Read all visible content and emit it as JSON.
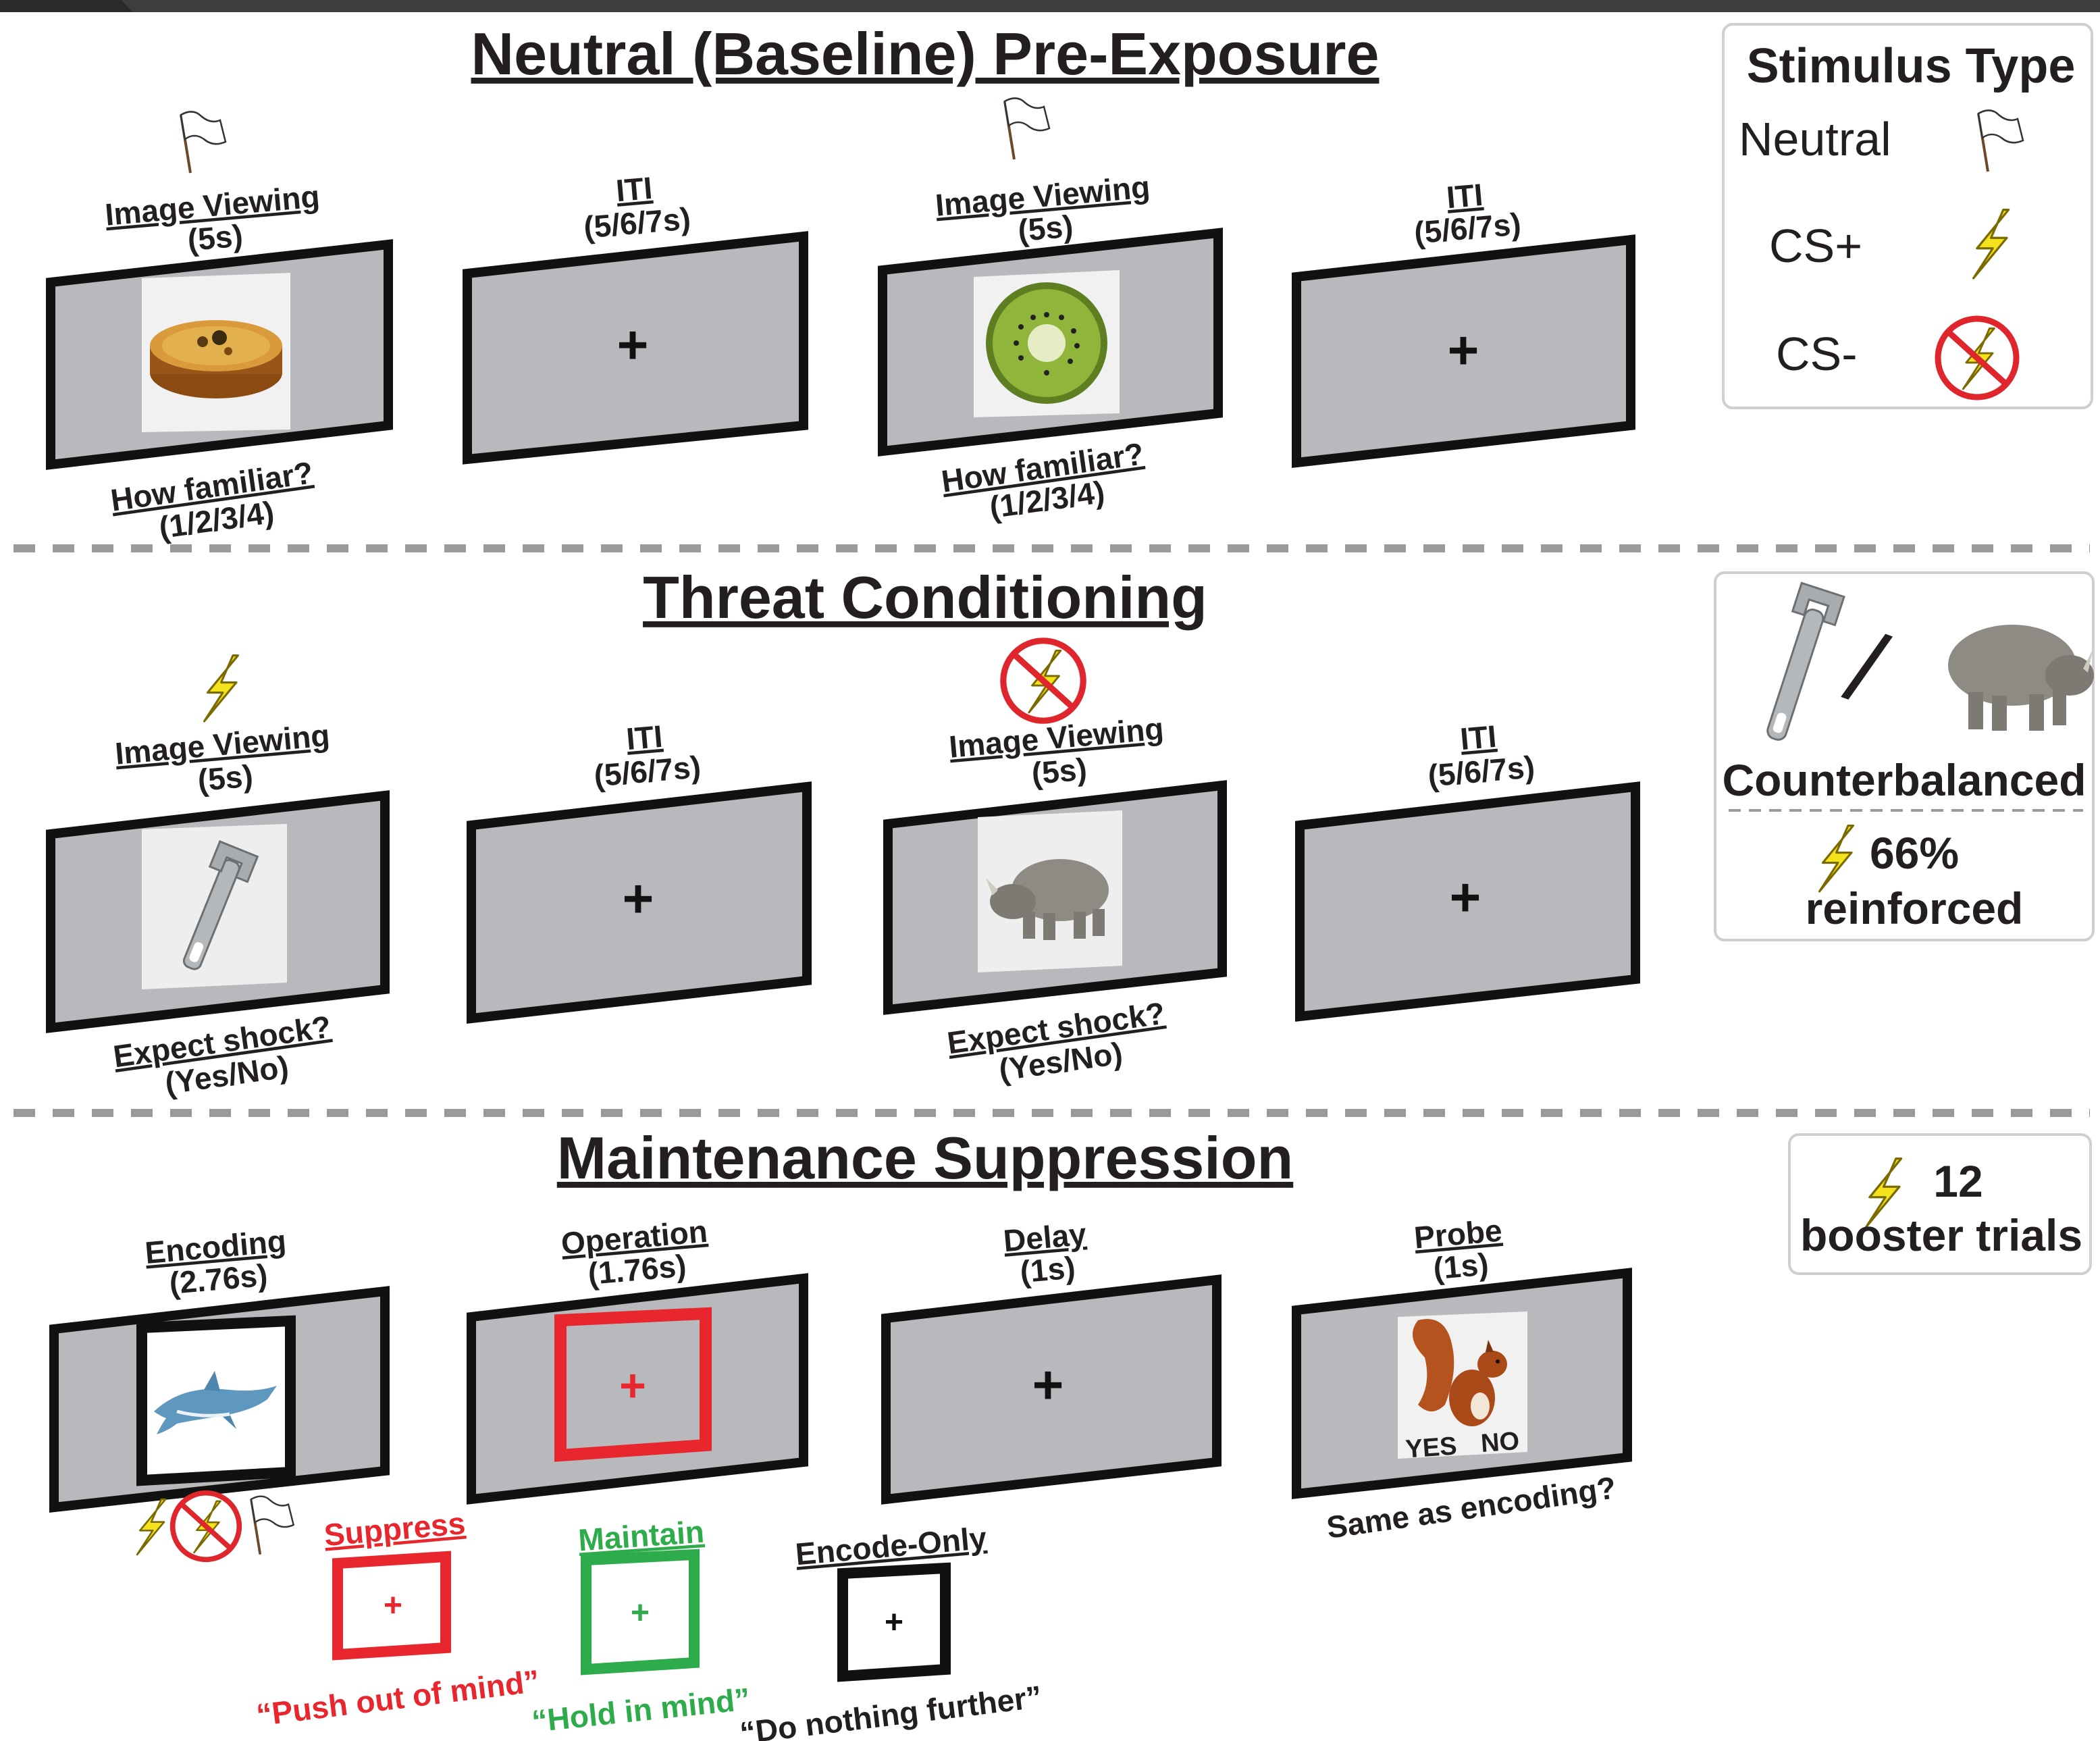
{
  "sections": [
    {
      "title": "Neutral (Baseline) Pre-Exposure",
      "trials": [
        {
          "label": "Image Viewing",
          "duration": "(5s)",
          "content": "quiche",
          "icon": "flag-icon",
          "question": "How familiar?",
          "options": "(1/2/3/4)"
        },
        {
          "label": "ITI",
          "duration": "(5/6/7s)",
          "content": "fixation-cross"
        },
        {
          "label": "Image Viewing",
          "duration": "(5s)",
          "content": "kiwi",
          "icon": "flag-icon",
          "question": "How familiar?",
          "options": "(1/2/3/4)"
        },
        {
          "label": "ITI",
          "duration": "(5/6/7s)",
          "content": "fixation-cross"
        }
      ]
    },
    {
      "title": "Threat Conditioning",
      "trials": [
        {
          "label": "Image Viewing",
          "duration": "(5s)",
          "content": "wrench",
          "icon": "lightning-icon",
          "question": "Expect shock?",
          "options": "(Yes/No)"
        },
        {
          "label": "ITI",
          "duration": "(5/6/7s)",
          "content": "fixation-cross"
        },
        {
          "label": "Image Viewing",
          "duration": "(5s)",
          "content": "rhino",
          "icon": "no-shock-icon",
          "question": "Expect shock?",
          "options": "(Yes/No)"
        },
        {
          "label": "ITI",
          "duration": "(5/6/7s)",
          "content": "fixation-cross"
        }
      ]
    },
    {
      "title": "Maintenance Suppression",
      "trials": [
        {
          "label": "Encoding",
          "duration": "(2.76s)",
          "content": "shark"
        },
        {
          "label": "Operation",
          "duration": "(1.76s)",
          "content": "red-frame-cross"
        },
        {
          "label": "Delay",
          "duration": "(1s)",
          "content": "fixation-cross"
        },
        {
          "label": "Probe",
          "duration": "(1s)",
          "content": "squirrel",
          "question": "Same as encoding?",
          "yes": "YES",
          "no": "NO"
        }
      ],
      "conditions": [
        {
          "label": "Suppress",
          "quote": "“Push out of mind”",
          "color": "#e8262d"
        },
        {
          "label": "Maintain",
          "quote": "“Hold in mind”",
          "color": "#2eab4a"
        },
        {
          "label": "Encode-Only",
          "quote": "“Do nothing further”",
          "color": "#111111"
        }
      ]
    }
  ],
  "legend": {
    "title": "Stimulus Type",
    "items": [
      {
        "label": "Neutral",
        "icon": "flag-icon"
      },
      {
        "label": "CS+",
        "icon": "lightning-icon"
      },
      {
        "label": "CS-",
        "icon": "no-shock-icon"
      }
    ]
  },
  "counterbalance": {
    "label": "Counterbalanced",
    "slash": "/",
    "reinforce_pct": "66%",
    "reinforce_word": "reinforced"
  },
  "booster": {
    "count": "12",
    "text": "booster trials"
  },
  "fixation": "+",
  "colors": {
    "screen_gray": "#b8b9bc",
    "suppress_red": "#e8262d",
    "maintain_green": "#2eab4a",
    "bolt_yellow": "#f4e21c",
    "divider_gray": "#9a9a9a"
  }
}
